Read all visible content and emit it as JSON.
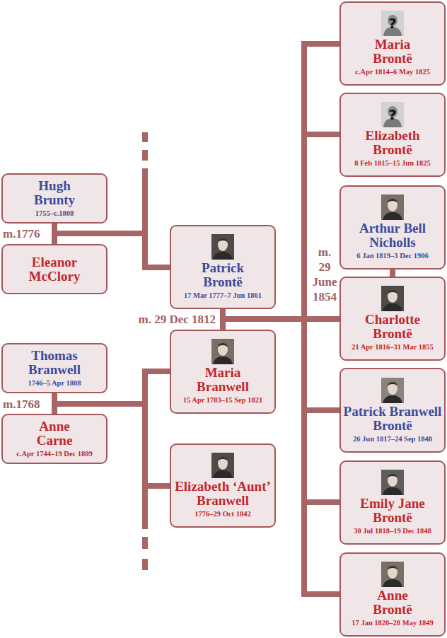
{
  "diagram": {
    "nodes": [
      {
        "text": [
          "Hugh Brunty",
          "1755–c.1808"
        ]
      },
      {
        "text": [
          "Eleanor McClory"
        ]
      },
      {
        "text": [
          "Patrick Brontë",
          "17 Mar 1777–7 Jun 1861"
        ]
      },
      {
        "text": [
          "Thomas Branwell",
          "1746–5 Apr 1808"
        ]
      },
      {
        "text": [
          "Anne Carne",
          "c.Apr 1744–19 Dec 1809"
        ]
      },
      {
        "text": [
          "Maria Branwell",
          "15 Apr 1783–15 Sep 1821"
        ]
      },
      {
        "text": [
          "Elizabeth ‘Aunt’ Branwell",
          "1776–29 Oct 1842"
        ]
      },
      {
        "text": [
          "?",
          "Maria Brontë",
          "c.Apr 1814–6 May 1825"
        ]
      },
      {
        "text": [
          "?",
          "Elizabeth Brontë",
          "8 Feb 1815–15 Jun 1825"
        ]
      },
      {
        "text": [
          "Arthur Bell Nicholls",
          "6 Jan 1819–3 Dec 1906"
        ]
      },
      {
        "text": [
          "Charlotte Brontë",
          "21 Apr 1816–31 Mar 1855"
        ]
      },
      {
        "text": [
          "Patrick Branwell Brontë",
          "26 Jun 1817–24 Sep 1848"
        ]
      },
      {
        "text": [
          "Emily Jane Brontë",
          "30 Jul 1818–19 Dec 1848"
        ]
      },
      {
        "text": [
          "Anne Brontë",
          "17 Jan 1820–28 May 1849"
        ]
      }
    ],
    "edges": [
      {
        "from": 0,
        "to": 1,
        "label": "m.1776",
        "arrow": "none"
      },
      {
        "from": 0,
        "to": 2,
        "arrow": "none"
      },
      {
        "from": 1,
        "to": 2,
        "arrow": "none"
      },
      {
        "from": 2,
        "to": 5,
        "label": "m. 29 Dec 1812",
        "arrow": "none"
      },
      {
        "from": 3,
        "to": 4,
        "label": "m.1768",
        "arrow": "none"
      },
      {
        "from": 3,
        "to": 5,
        "arrow": "none"
      },
      {
        "from": 4,
        "to": 5,
        "arrow": "none"
      },
      {
        "from": 3,
        "to": 6,
        "arrow": "none"
      },
      {
        "from": 4,
        "to": 6,
        "arrow": "none"
      },
      {
        "from": 9,
        "to": 10,
        "label": "m. 29 June 1854",
        "arrow": "none"
      },
      {
        "from": 2,
        "to": 7,
        "arrow": "none"
      },
      {
        "from": 2,
        "to": 8,
        "arrow": "none"
      },
      {
        "from": 2,
        "to": 10,
        "arrow": "none"
      },
      {
        "from": 2,
        "to": 11,
        "arrow": "none"
      },
      {
        "from": 2,
        "to": 12,
        "arrow": "none"
      },
      {
        "from": 2,
        "to": 13,
        "arrow": "none"
      },
      {
        "from": 5,
        "to": 7,
        "arrow": "none"
      },
      {
        "from": 5,
        "to": 8,
        "arrow": "none"
      },
      {
        "from": 5,
        "to": 10,
        "arrow": "none"
      },
      {
        "from": 5,
        "to": 11,
        "arrow": "none"
      },
      {
        "from": 5,
        "to": 12,
        "arrow": "none"
      },
      {
        "from": 5,
        "to": 13,
        "arrow": "none"
      }
    ]
  }
}
